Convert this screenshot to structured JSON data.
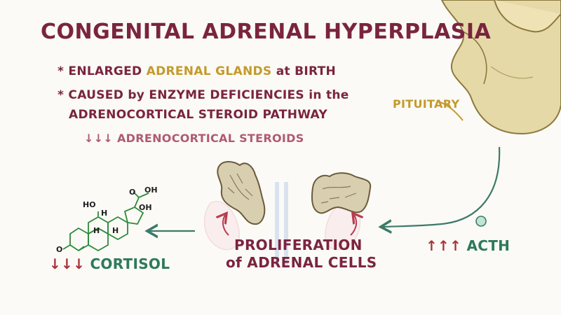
{
  "title": "CONGENITAL ADRENAL HYPERPLASIA",
  "bullets": {
    "bullet_symbol": "*",
    "item1": {
      "part1": "ENLARGED ",
      "highlight": "ADRENAL GLANDS",
      "part2": " at BIRTH"
    },
    "item2": {
      "line1": "CAUSED by ENZYME DEFICIENCIES in the",
      "line2": "ADRENOCORTICAL STEROID PATHWAY"
    },
    "sub_item": {
      "arrows": "↓↓↓",
      "text": " ADRENOCORTICAL STEROIDS"
    }
  },
  "pituitary_label": "PITUITARY",
  "acth_label": {
    "arrows": "↑↑↑",
    "text": " ACTH"
  },
  "proliferation_label": {
    "line1": "PROLIFERATION",
    "line2": "of ADRENAL CELLS"
  },
  "cortisol_label": {
    "arrows": "↓↓↓",
    "text": " CORTISOL"
  },
  "cortisol_structure": {
    "ho": "HO",
    "h1": "H",
    "h2": "H",
    "h3": "H",
    "oh_side": "OH",
    "oh_top": "OH",
    "o_top": "O",
    "o_left": "O"
  },
  "colors": {
    "title": "#7a2440",
    "gold": "#c49a2c",
    "green": "#2d7a5b",
    "red_arrow": "#a8343a",
    "sub": "#b05a74",
    "gland": "#d8cfb0"
  },
  "icons": {
    "pituitary": "pituitary-gland-illustration",
    "adrenal": "adrenal-gland-illustration",
    "kidneys": "kidney-outline-illustration",
    "hormone": "acth-molecule-dot"
  }
}
